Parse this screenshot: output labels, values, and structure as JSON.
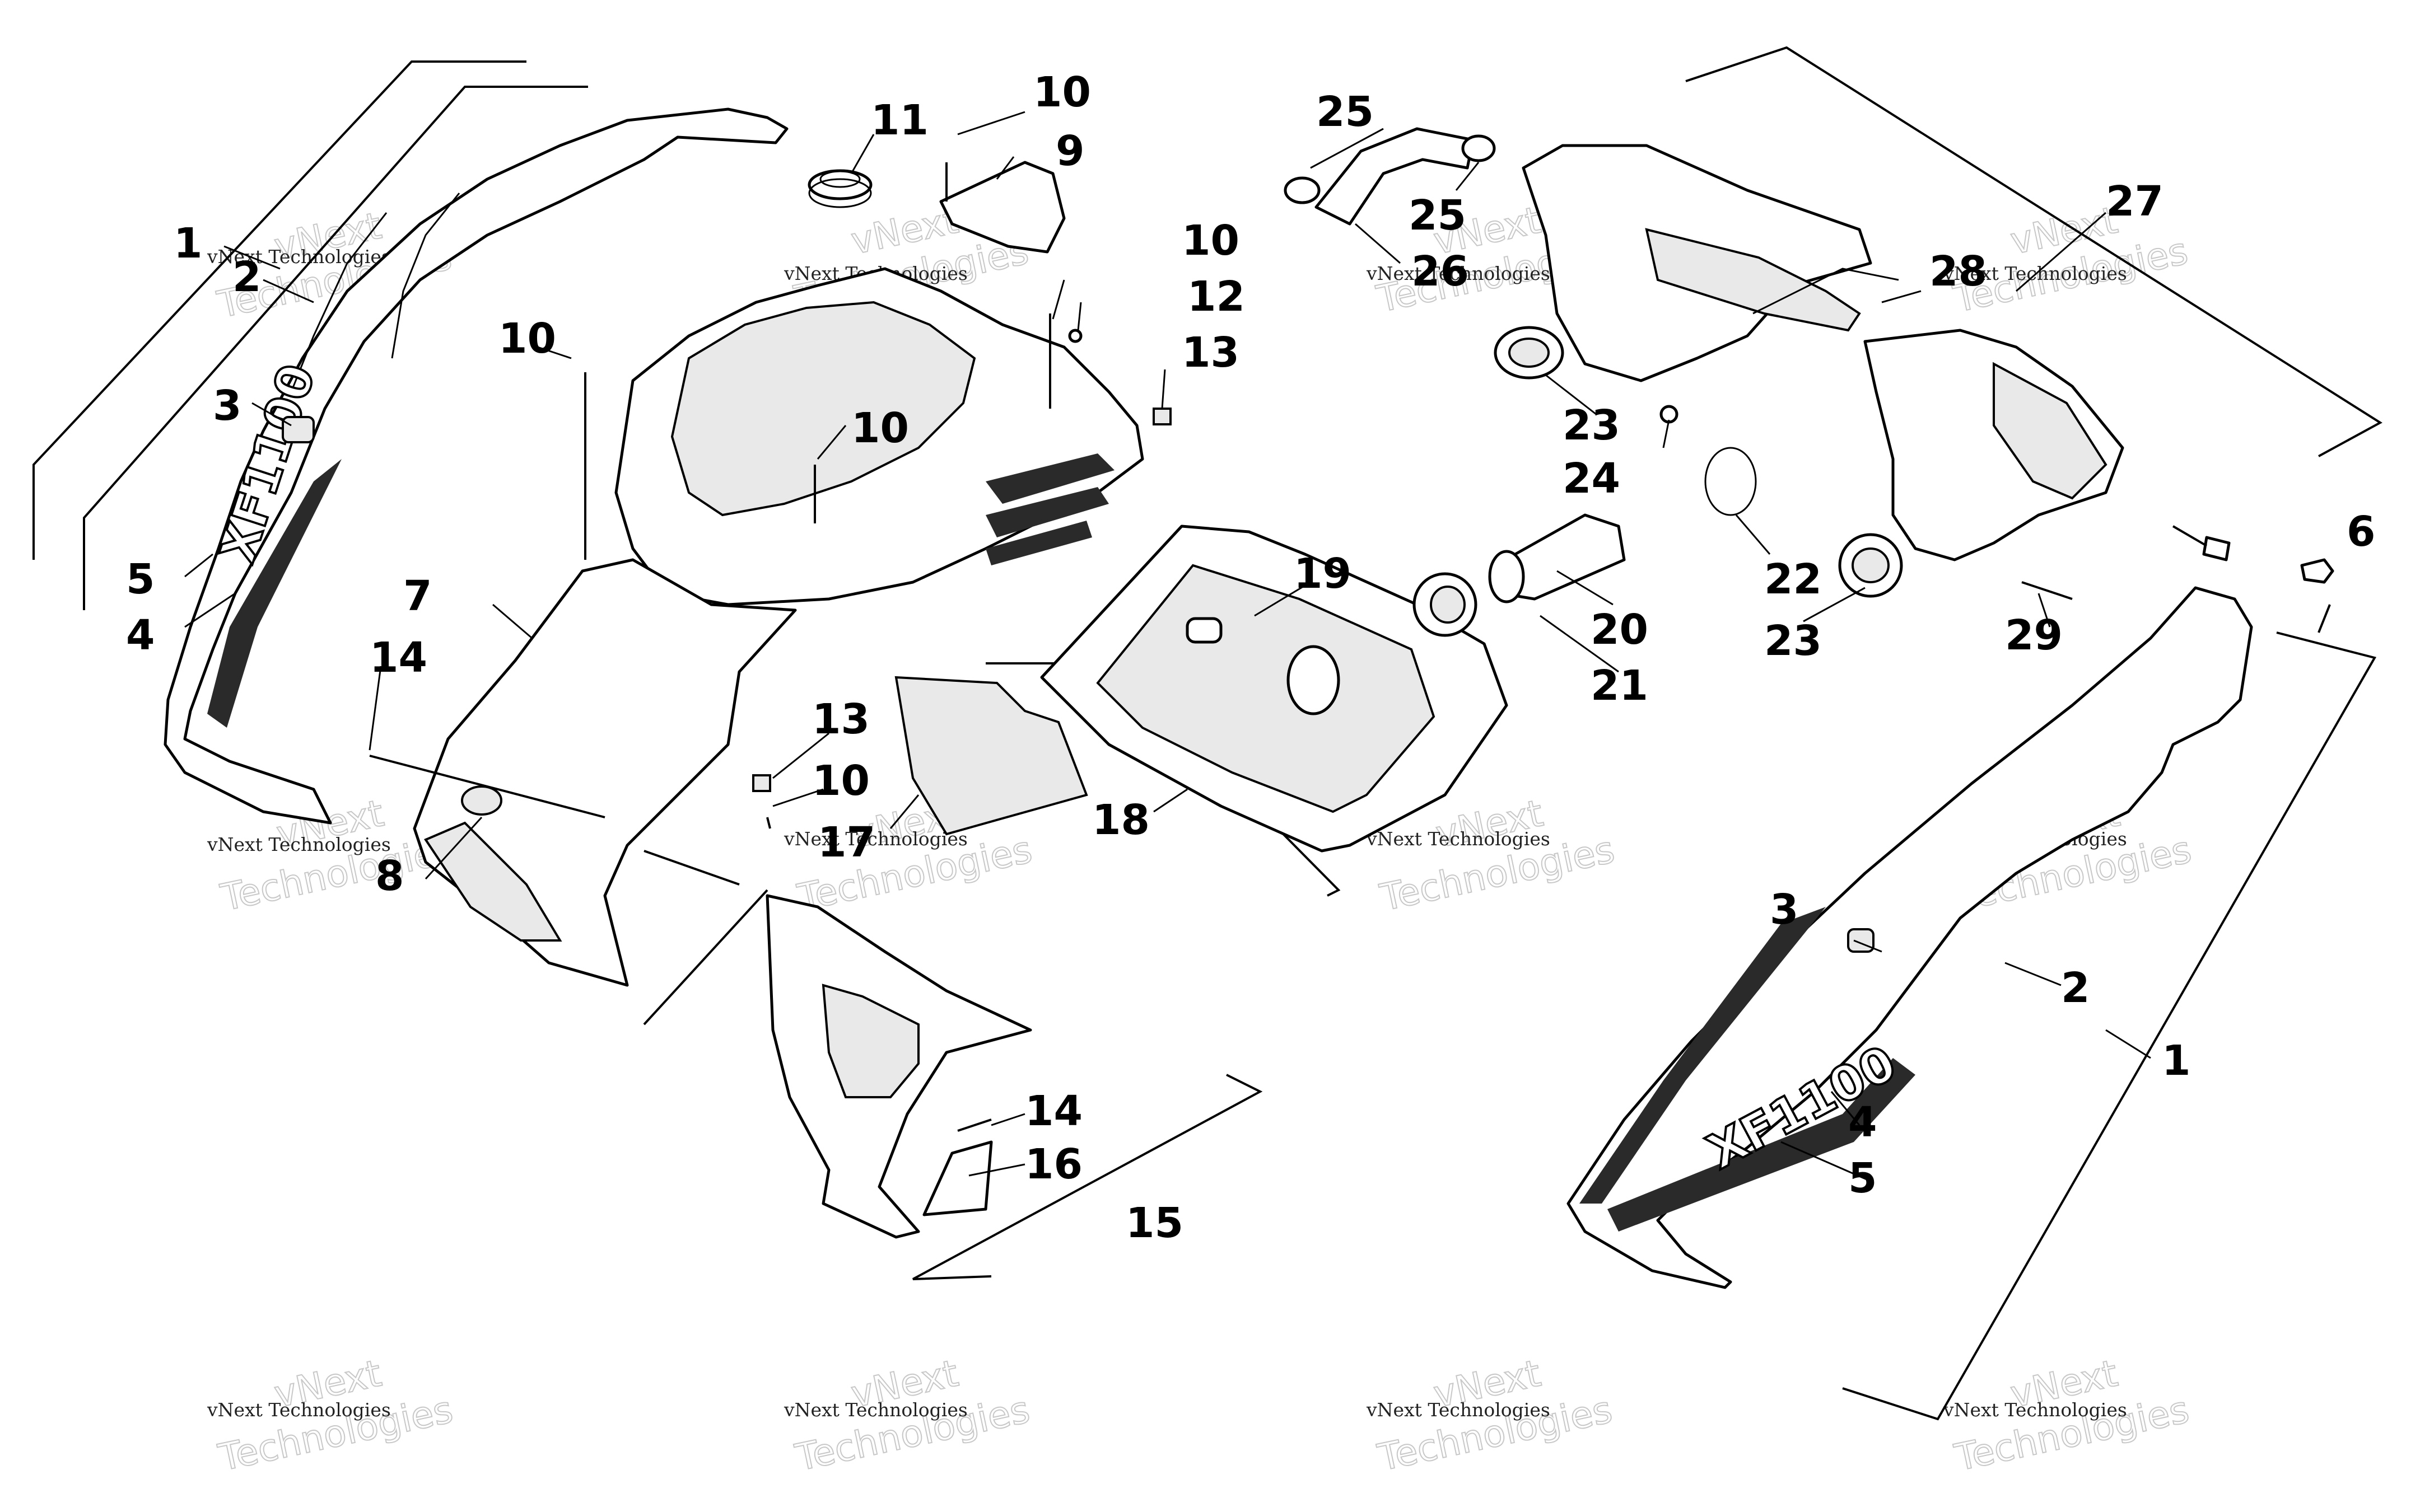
{
  "callouts": {
    "c1a": "1",
    "c2a": "2",
    "c3a": "3",
    "c4a": "4",
    "c5a": "5",
    "c6": "6",
    "c7": "7",
    "c8": "8",
    "c9": "9",
    "c10a": "10",
    "c10b": "10",
    "c10c": "10",
    "c10d": "10",
    "c10e": "10",
    "c11": "11",
    "c12": "12",
    "c13a": "13",
    "c13b": "13",
    "c14a": "14",
    "c14b": "14",
    "c15": "15",
    "c16": "16",
    "c17": "17",
    "c18": "18",
    "c19": "19",
    "c20": "20",
    "c21": "21",
    "c22": "22",
    "c23a": "23",
    "c23b": "23",
    "c24": "24",
    "c25a": "25",
    "c25b": "25",
    "c26": "26",
    "c27": "27",
    "c28": "28",
    "c29": "29",
    "c1b": "1",
    "c2b": "2",
    "c3b": "3",
    "c4b": "4",
    "c5b": "5"
  },
  "decal_text": {
    "left": "XF1100",
    "right": "XF1100"
  },
  "watermark": {
    "line1": "vNext Technologies",
    "big": "Technologies",
    "big_top": "vNext"
  }
}
